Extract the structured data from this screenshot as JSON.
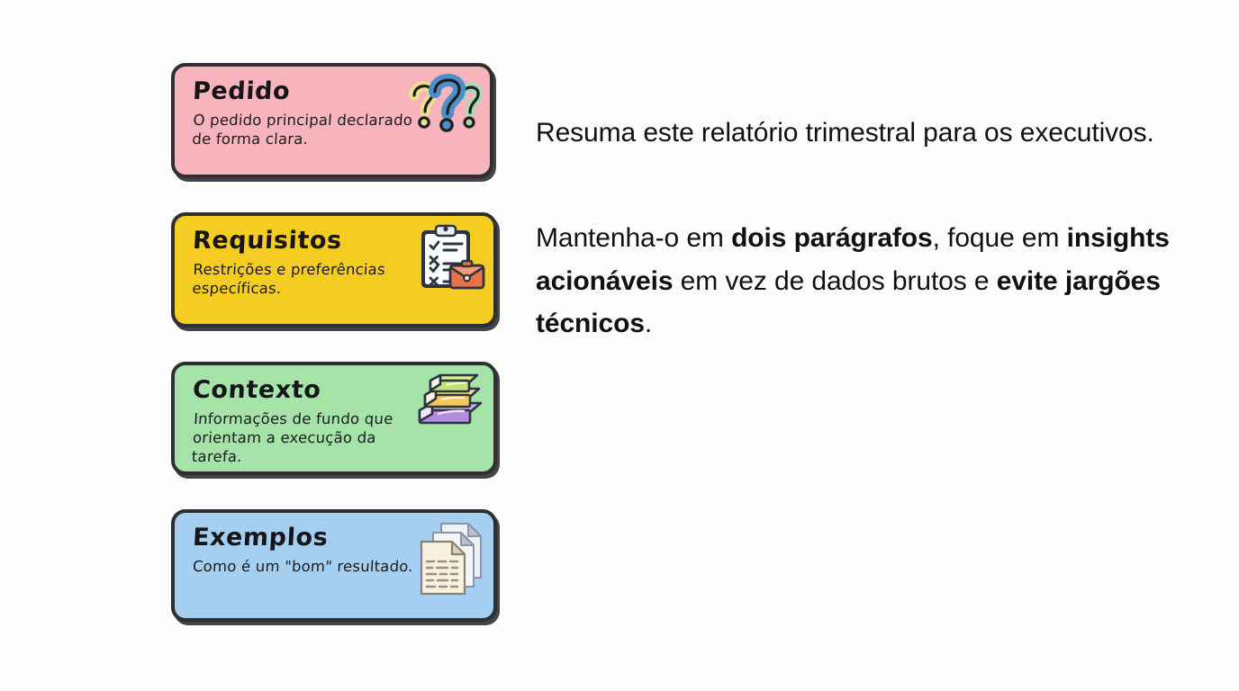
{
  "theme": {
    "background": "#fdfdfc",
    "card_border": "#2f2f33",
    "text_color": "#111114"
  },
  "cards": [
    {
      "id": "pedido",
      "title": "Pedido",
      "description": "O pedido principal declarado de forma clara.",
      "color": "#f8b4bc",
      "icon": "question-marks-icon"
    },
    {
      "id": "requisitos",
      "title": "Requisitos",
      "description": "Restrições e preferências específicas.",
      "color": "#f5cc21",
      "icon": "clipboard-checklist-icon"
    },
    {
      "id": "contexto",
      "title": "Contexto",
      "description": "Informações de fundo que orientam a execução da tarefa.",
      "color": "#a5e3a8",
      "icon": "stacked-books-icon"
    },
    {
      "id": "exemplos",
      "title": "Exemplos",
      "description": "Como é um \"bom\" resultado.",
      "color": "#a5cff0",
      "icon": "stacked-documents-icon"
    }
  ],
  "prompt": {
    "paragraph_1": "Resuma este relatório trimestral para os executivos.",
    "paragraph_2": {
      "part_1": "Mantenha-o em ",
      "bold_1": "dois parágrafos",
      "part_2": ", foque em ",
      "bold_2": "insights acionáveis",
      "part_3": " em vez de dados brutos e ",
      "bold_3": "evite jargões técnicos",
      "part_4": "."
    }
  }
}
